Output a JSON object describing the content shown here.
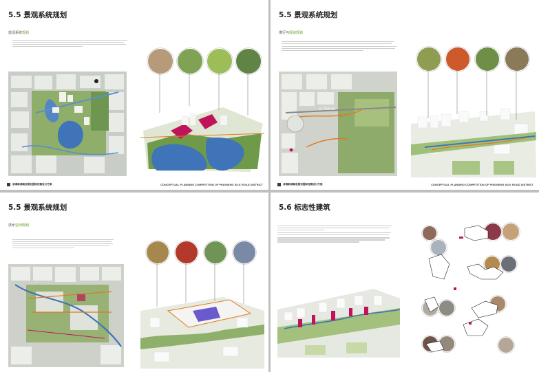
{
  "pages": [
    {
      "title": "5.5 景观系统规划",
      "subtitle_prefix": "蓝绿系统",
      "subtitle_highlight": "规划",
      "footer_left": "滨海新城概念规划国际竞赛设计方案",
      "footer_right": "CONCEPTUAL PLANNING COMPETITION OF PINGNENG SILK ROAD DISTRICT"
    },
    {
      "title": "5.5 景观系统规划",
      "subtitle_prefix": "慢行与",
      "subtitle_highlight": "绿道规划",
      "footer_left": "滨海新城概念规划国际竞赛设计方案",
      "footer_right": "CONCEPTUAL PLANNING COMPETITION OF PINGNENG SILK ROAD DISTRICT"
    },
    {
      "title": "5.5 景观系统规划",
      "subtitle_prefix": "滨水",
      "subtitle_highlight": "空间规划"
    },
    {
      "title": "5.6 标志性建筑"
    }
  ],
  "colors": {
    "accent_green": "#6a9a2a",
    "water_blue": "#3f74b8",
    "landmark_magenta": "#c0145a",
    "route_orange": "#e07a1f",
    "highlight_purple": "#6a5acd"
  }
}
